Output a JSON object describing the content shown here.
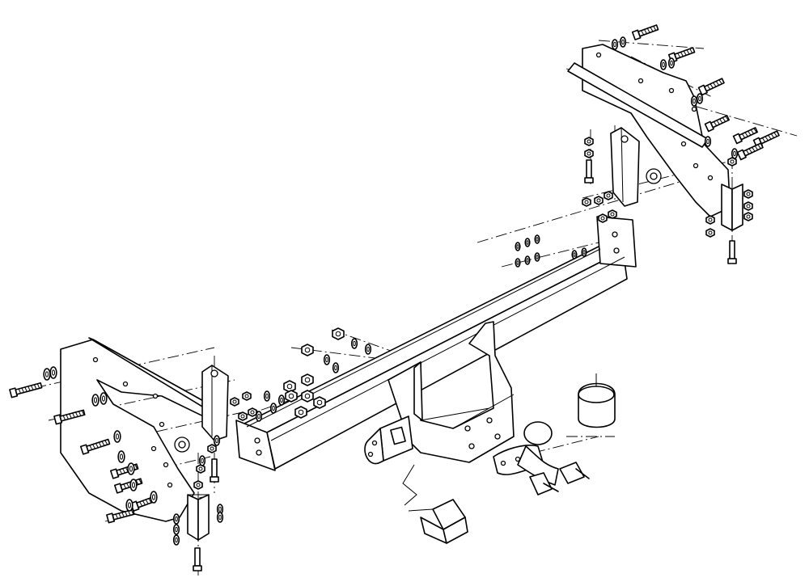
{
  "figure": {
    "kind": "exploded-assembly-drawing",
    "line_color": "#000000",
    "background": "#ffffff",
    "parts": [
      "right-mounting-plate",
      "left-mounting-plate",
      "main-crossbar",
      "tow-neck",
      "tow-ball",
      "ball-cover-cap",
      "socket-plate",
      "electrical-socket",
      "right-support-bracket",
      "left-support-bracket",
      "left-lower-strap",
      "right-lower-strap"
    ]
  }
}
